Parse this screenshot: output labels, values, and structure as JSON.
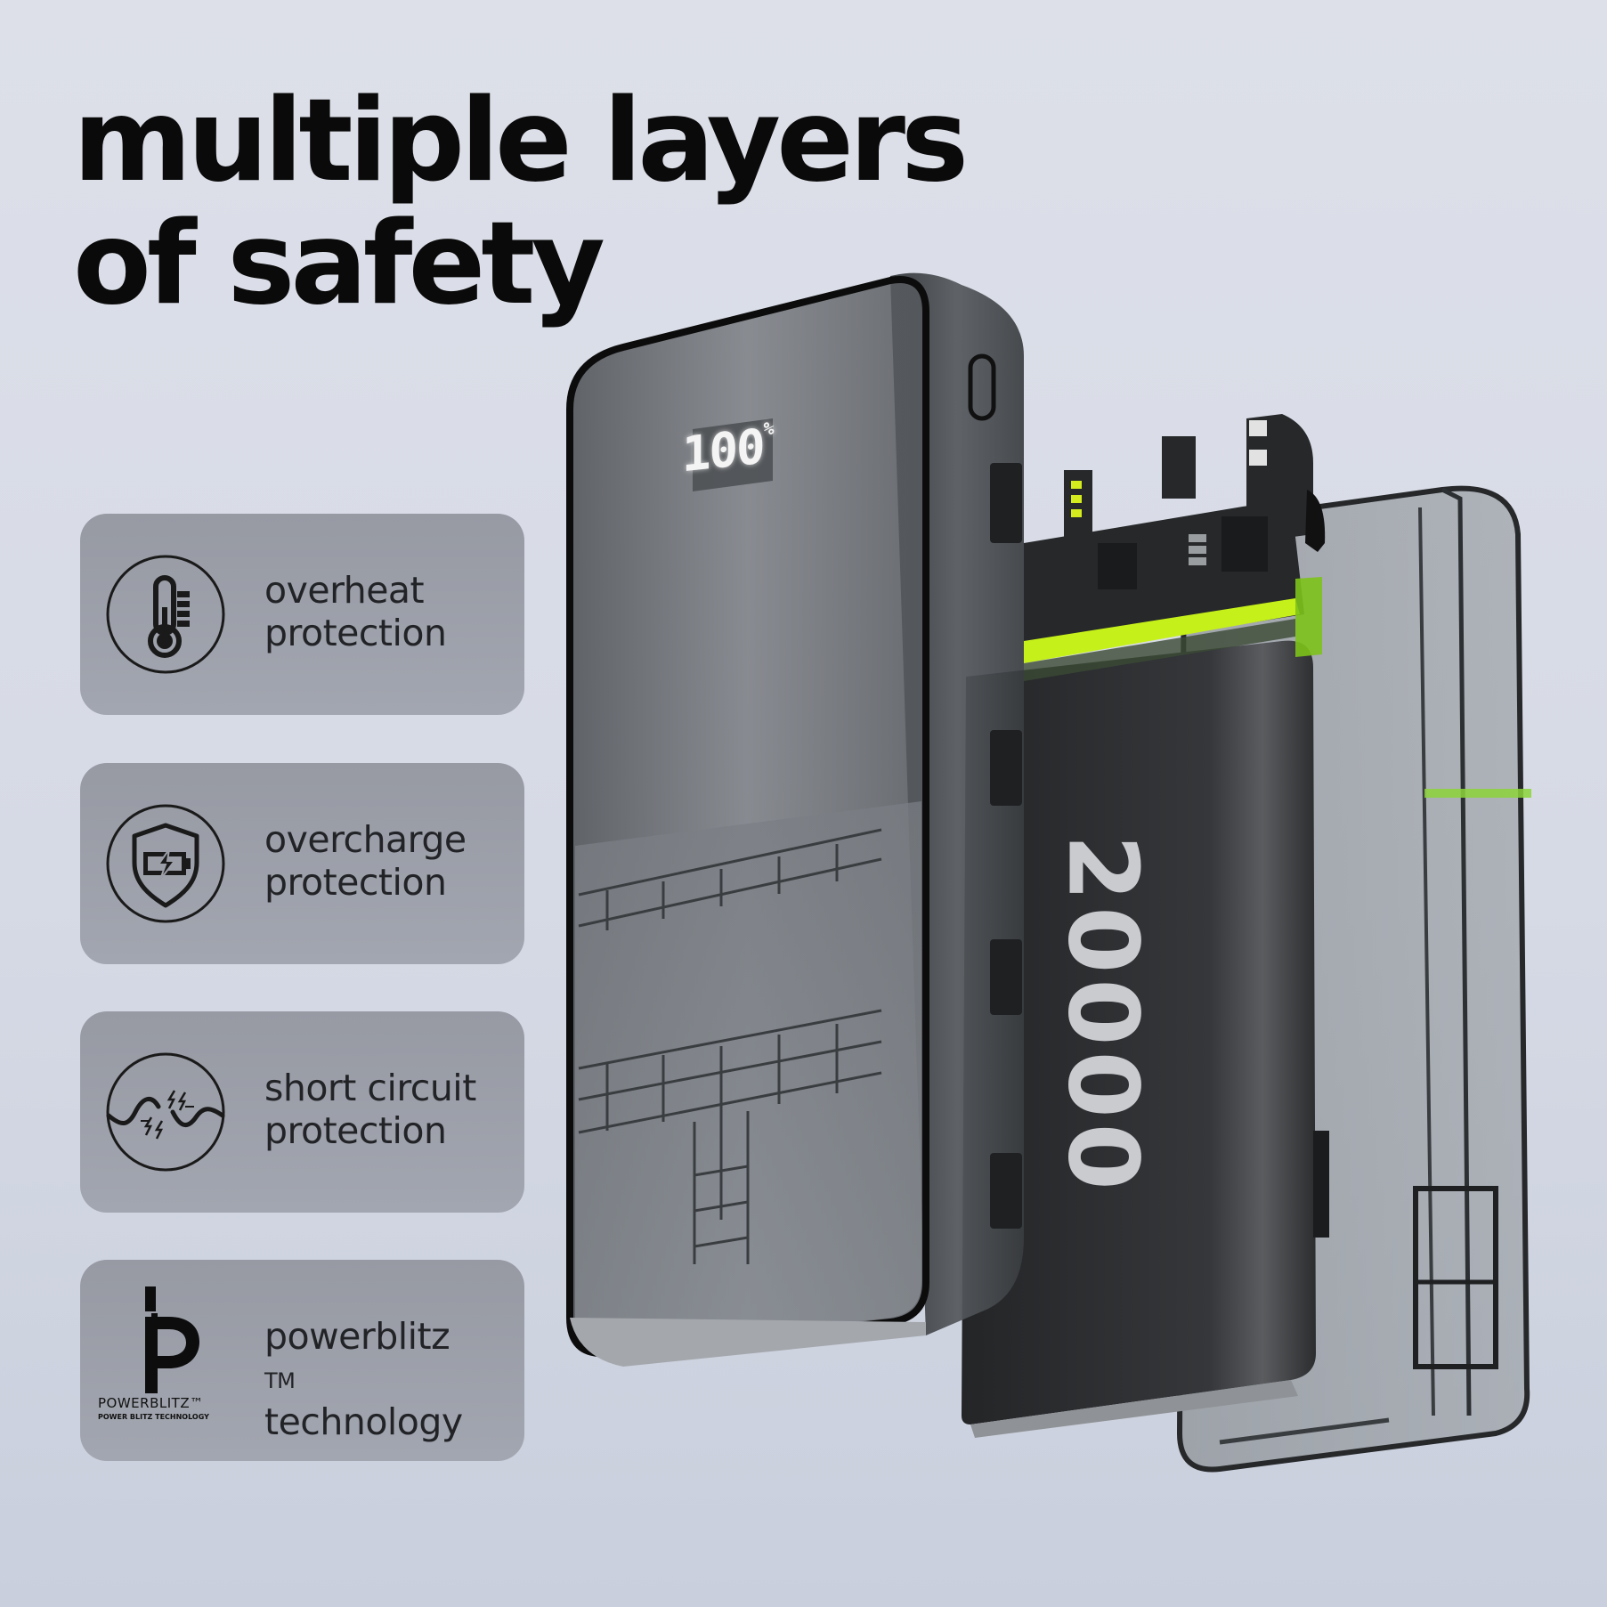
{
  "headline": {
    "line1": "multiple layers",
    "line2": "of safety"
  },
  "features": [
    {
      "icon": "thermometer-icon",
      "line1": "overheat",
      "line2": "protection"
    },
    {
      "icon": "shield-battery-icon",
      "line1": "overcharge",
      "line2": "protection"
    },
    {
      "icon": "short-circuit-icon",
      "line1": "short circuit",
      "line2": "protection"
    },
    {
      "icon": "powerblitz-logo",
      "line1": "powerblitz",
      "line1_tm": "TM",
      "line2": "technology",
      "logo_brand": "POWERBLITZ™",
      "logo_sub": "POWER BLITZ TECHNOLOGY"
    }
  ],
  "product": {
    "display_value": "100",
    "display_unit": "%",
    "capacity_label": "20000",
    "accent_color": "#c6f01a",
    "shell_color": "#3c3f42",
    "battery_color": "#2a2b2d"
  },
  "colors": {
    "background": "#d8dce6",
    "card": "#9b9ea7",
    "text": "#0a0a0a"
  }
}
